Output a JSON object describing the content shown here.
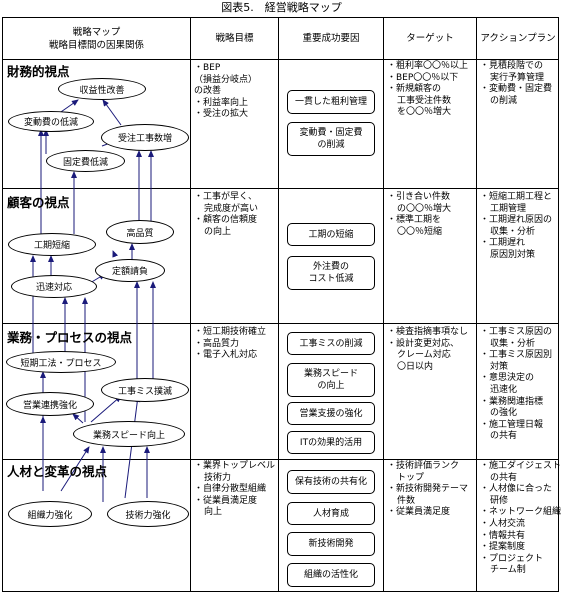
{
  "title": "図表5.　経営戦略マップ",
  "headers": {
    "map_line1": "戦略マップ",
    "map_line2": "戦略目標間の因果関係",
    "objectives": "戦略目標",
    "csf": "重要成功要因",
    "target": "ターゲット",
    "action": "アクションプラン"
  },
  "rows": [
    {
      "perspective": "財務的視点",
      "nodes": [
        "収益性改善",
        "変動費の低減",
        "受注工事数増",
        "固定費低減"
      ],
      "objectives": [
        "・BEP",
        "（損益分岐点）",
        "の改善",
        "・利益率向上",
        "・受注の拡大"
      ],
      "csf": [
        "一貫した粗利管理",
        "変動費・固定費\nの削減"
      ],
      "target": [
        "・粗利率〇〇％以上",
        "・BEP〇〇％以下",
        "・新規顧客の",
        "工事受注件数",
        "を〇〇％増大"
      ],
      "action": [
        "・見積段階での",
        "実行予算管理",
        "・変動費・固定費",
        "の削減"
      ]
    },
    {
      "perspective": "顧客の視点",
      "nodes": [
        "高品質",
        "工期短縮",
        "定額請負",
        "迅速対応"
      ],
      "objectives": [
        "・工事が早く、",
        "完成度が高い",
        "・顧客の信頼度",
        "の向上"
      ],
      "csf": [
        "工期の短縮",
        "外注費の\nコスト低減"
      ],
      "target": [
        "・引き合い件数",
        "の〇〇％増大",
        "・標準工期を",
        "〇〇％短縮"
      ],
      "action": [
        "・短縮工期工程と",
        "工期管理",
        "・工期遅れ原因の",
        "収集・分析",
        "・工期遅れ",
        "原因別対策"
      ]
    },
    {
      "perspective": "業務・プロセスの視点",
      "nodes": [
        "短期工法・プロセス",
        "工事ミス撲滅",
        "営業連携強化",
        "業務スピード向上"
      ],
      "objectives": [
        "・短工期技術確立",
        "・高品質力",
        "・電子入札対応"
      ],
      "csf": [
        "工事ミスの削減",
        "業務スピード\nの向上",
        "営業支援の強化",
        "ITの効果的活用"
      ],
      "target": [
        "・検査指摘事項なし",
        "・設計変更対応、",
        "クレーム対応",
        "〇日以内"
      ],
      "action": [
        "・工事ミス原因の",
        "収集・分析",
        "・工事ミス原因別",
        "対策",
        "・意思決定の",
        "迅速化",
        "・業務関連指標",
        "の強化",
        "・施工管理日報",
        "の共有"
      ]
    },
    {
      "perspective": "人材と変革の視点",
      "nodes": [
        "組織力強化",
        "技術力強化"
      ],
      "objectives": [
        "・業界トップレベル",
        "技術力",
        "・自律分散型組織",
        "・従業員満足度",
        "向上"
      ],
      "csf": [
        "保有技術の共有化",
        "人材育成",
        "新技術開発",
        "組織の活性化"
      ],
      "target": [
        "・技術評価ランク",
        "トップ",
        "・新技術開発テーマ",
        "件数",
        "・従業員満足度"
      ],
      "action": [
        "・施工ダイジェスト",
        "の共有",
        "・人材像に合った",
        "研修",
        "・ネットワーク組織",
        "・人材交流",
        "・情報共有",
        "・提案制度",
        "・プロジェクト",
        "チーム制"
      ]
    }
  ]
}
